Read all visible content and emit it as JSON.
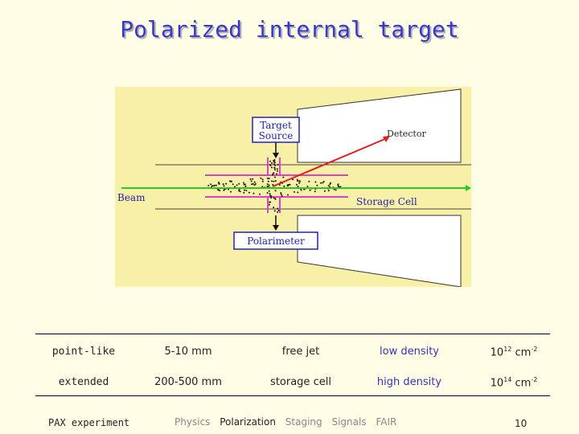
{
  "slide": {
    "title": "Polarized internal target"
  },
  "figure": {
    "labels": {
      "target_source_line1": "Target",
      "target_source_line2": "Source",
      "detector": "Detector",
      "beam": "Beam",
      "storage_cell": "Storage Cell",
      "polarimeter": "Polarimeter"
    },
    "colors": {
      "background": "#f9f0a8",
      "beam": "#22cc22",
      "scattered_track": "#e02020",
      "storage_cell": "#e040c8",
      "label_box_border": "#2222aa"
    }
  },
  "table": {
    "rows": [
      {
        "type": "point-like",
        "size": "5-10 mm",
        "target": "free jet",
        "density": "low density",
        "areal_base": "10",
        "areal_exp": "12",
        "areal_unit": "cm",
        "areal_unit_exp": "-2"
      },
      {
        "type": "extended",
        "size": "200-500 mm",
        "target": "storage cell",
        "density": "high density",
        "areal_base": "10",
        "areal_exp": "14",
        "areal_unit": "cm",
        "areal_unit_exp": "-2"
      }
    ]
  },
  "footer": {
    "left": "PAX experiment",
    "nav": [
      "Physics",
      "Polarization",
      "Staging",
      "Signals",
      "FAIR"
    ],
    "page": "10"
  }
}
